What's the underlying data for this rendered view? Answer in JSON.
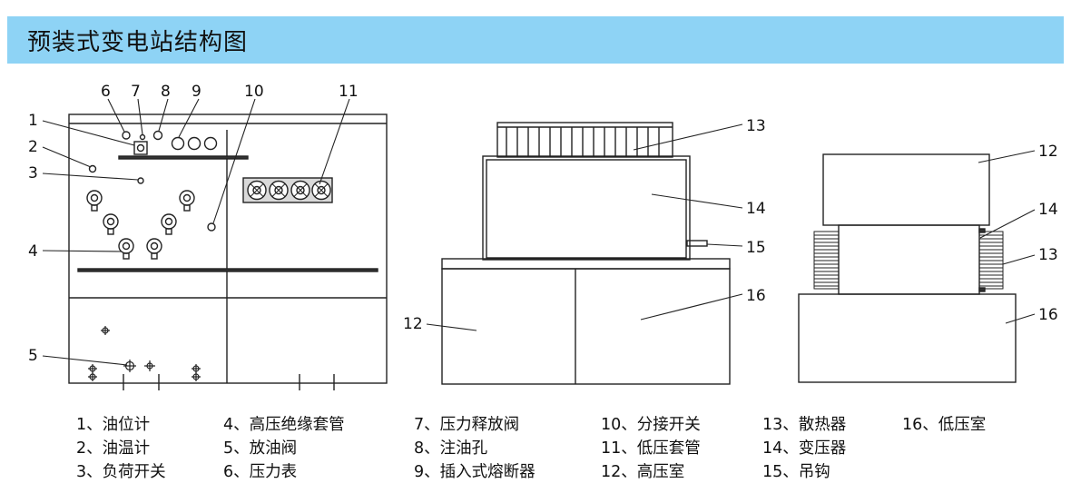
{
  "title": "预装式变电站结构图",
  "labels": {
    "n1": "1",
    "n2": "2",
    "n3": "3",
    "n4": "4",
    "n5": "5",
    "n6": "6",
    "n7": "7",
    "n8": "8",
    "n9": "9",
    "n10": "10",
    "n11": "11",
    "n12a": "12",
    "n12b": "12",
    "n13a": "13",
    "n13b": "13",
    "n14a": "14",
    "n14b": "14",
    "n15": "15",
    "n16a": "16",
    "n16b": "16"
  },
  "legend": [
    [
      "1、油位计",
      "2、油温计",
      "3、负荷开关"
    ],
    [
      "4、高压绝缘套管",
      "5、放油阀",
      "6、压力表"
    ],
    [
      "7、压力释放阀",
      "8、注油孔",
      "9、插入式熔断器"
    ],
    [
      "10、分接开关",
      "11、低压套管",
      "12、高压室"
    ],
    [
      "13、散热器",
      "14、变压器",
      "15、吊钩"
    ],
    [
      "16、低压室"
    ]
  ]
}
